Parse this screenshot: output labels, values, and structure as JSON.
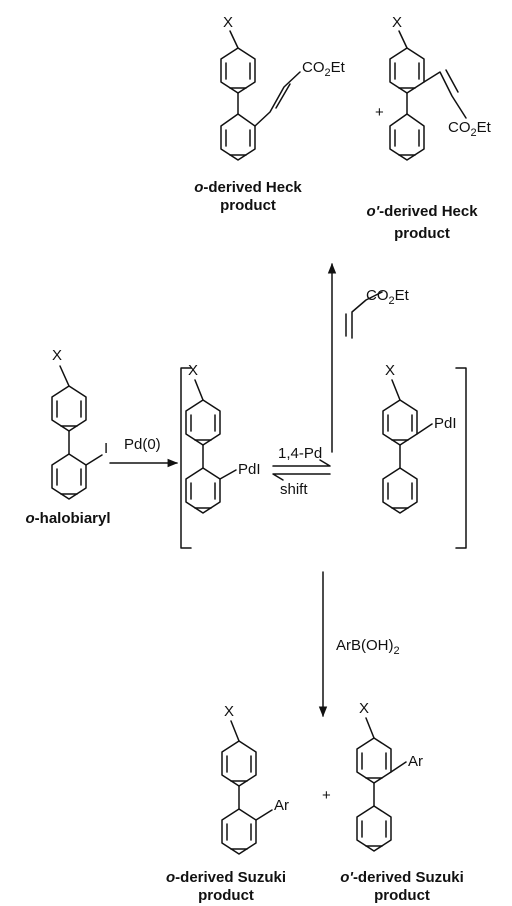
{
  "substituent": "X",
  "ester": "CO",
  "ester_sub": "2",
  "ester_tail": "Et",
  "heck_plus": "+",
  "heck_o_label_pre": "o",
  "heck_o_label_main": "-derived Heck",
  "heck_o_label_line2": "product",
  "heck_op_label_pre": "o'",
  "heck_op_label_main": "-derived Heck",
  "heck_op_label_line2": "product",
  "iodide": "I",
  "start_label_pre": "o",
  "start_label_main": "-halobiaryl",
  "pd0": "Pd(0)",
  "pdi": "PdI",
  "shift_top": "1,4-Pd",
  "shift_bottom": "shift",
  "boronic_main": "ArB(OH)",
  "boronic_sub": "2",
  "ar": "Ar",
  "suzuki_plus": "+",
  "suzuki_o_label_pre": "o",
  "suzuki_o_label_main": "-derived Suzuki",
  "suzuki_o_label_line2": "product",
  "suzuki_op_label_pre": "o'",
  "suzuki_op_label_main": "-derived Suzuki",
  "suzuki_op_label_line2": "product"
}
